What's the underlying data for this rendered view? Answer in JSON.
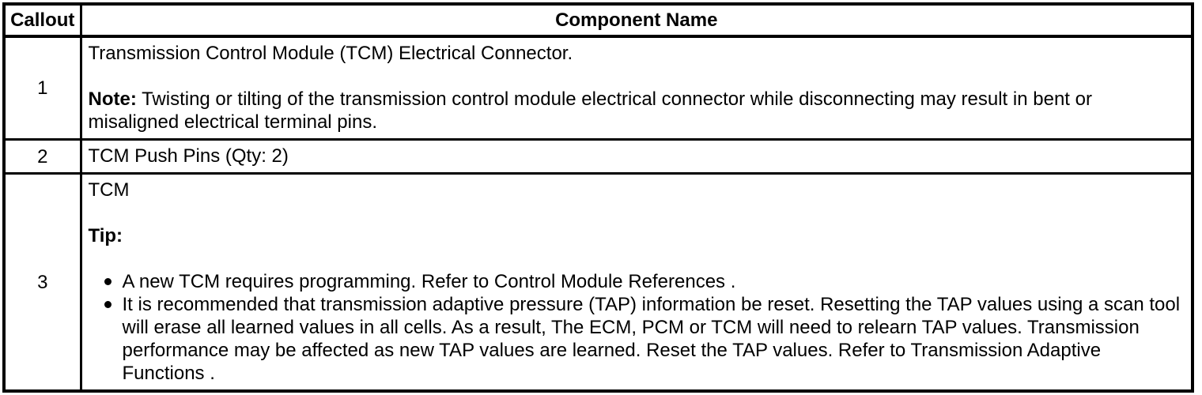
{
  "page": {
    "background_color": "#ffffff",
    "border_color": "#000000"
  },
  "table": {
    "header": {
      "callout": "Callout",
      "component": "Component Name"
    },
    "rows": [
      {
        "callout": "1",
        "component": {
          "line1": "Transmission Control Module (TCM) Electrical Connector.",
          "note_label": "Note:",
          "note_text": "Twisting or tilting of the transmission control module electrical connector while disconnecting may result in bent or misaligned electrical terminal pins."
        }
      },
      {
        "callout": "2",
        "component": {
          "text": "TCM Push Pins (Qty: 2)"
        }
      },
      {
        "callout": "3",
        "component": {
          "title": "TCM",
          "tip_label": "Tip:",
          "bullets": [
            "A new TCM requires programming. Refer to Control Module References .",
            "It is recommended that transmission adaptive pressure (TAP) information be reset. Resetting the TAP values using a scan tool will erase all learned values in all cells. As a result, The ECM, PCM or TCM will need to relearn TAP values. Transmission performance may be affected as new TAP values are learned. Reset the TAP values. Refer to Transmission Adaptive Functions ."
          ]
        }
      }
    ]
  }
}
